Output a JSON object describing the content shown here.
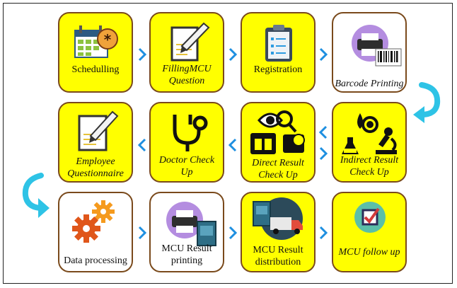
{
  "steps": [
    {
      "label": "Schedulling",
      "italic": false,
      "icon": "calendar-icon"
    },
    {
      "label": "FillingMCU Question",
      "italic": true,
      "icon": "notepad-pen-icon"
    },
    {
      "label": "Registration",
      "italic": false,
      "icon": "clipboard-icon"
    },
    {
      "label": "Barcode Printing",
      "italic": true,
      "icon": "barcode-printer-icon"
    },
    {
      "label": "Indirect Result Check Up",
      "italic": true,
      "icon": "lab-flask-microscope-icon"
    },
    {
      "label": "Direct Result Check Up",
      "italic": true,
      "icon": "eye-exam-instruments-icon"
    },
    {
      "label": "Doctor Check Up",
      "italic": true,
      "icon": "stethoscope-icon"
    },
    {
      "label": "Employee Questionnaire",
      "italic": true,
      "icon": "notepad-pen-icon"
    },
    {
      "label": "Data processing",
      "italic": false,
      "icon": "gears-icon"
    },
    {
      "label": "MCU Result printing",
      "italic": false,
      "icon": "printer-report-icon"
    },
    {
      "label": "MCU Result distribution",
      "italic": false,
      "icon": "delivery-truck-icon"
    },
    {
      "label": "MCU follow up",
      "italic": true,
      "icon": "checkbox-icon"
    }
  ],
  "colors": {
    "tile_fill": "#ffff00",
    "tile_border": "#7a4a1c",
    "arrow": "#1e8fe0",
    "cycle_arrow": "#2ec3e6"
  }
}
